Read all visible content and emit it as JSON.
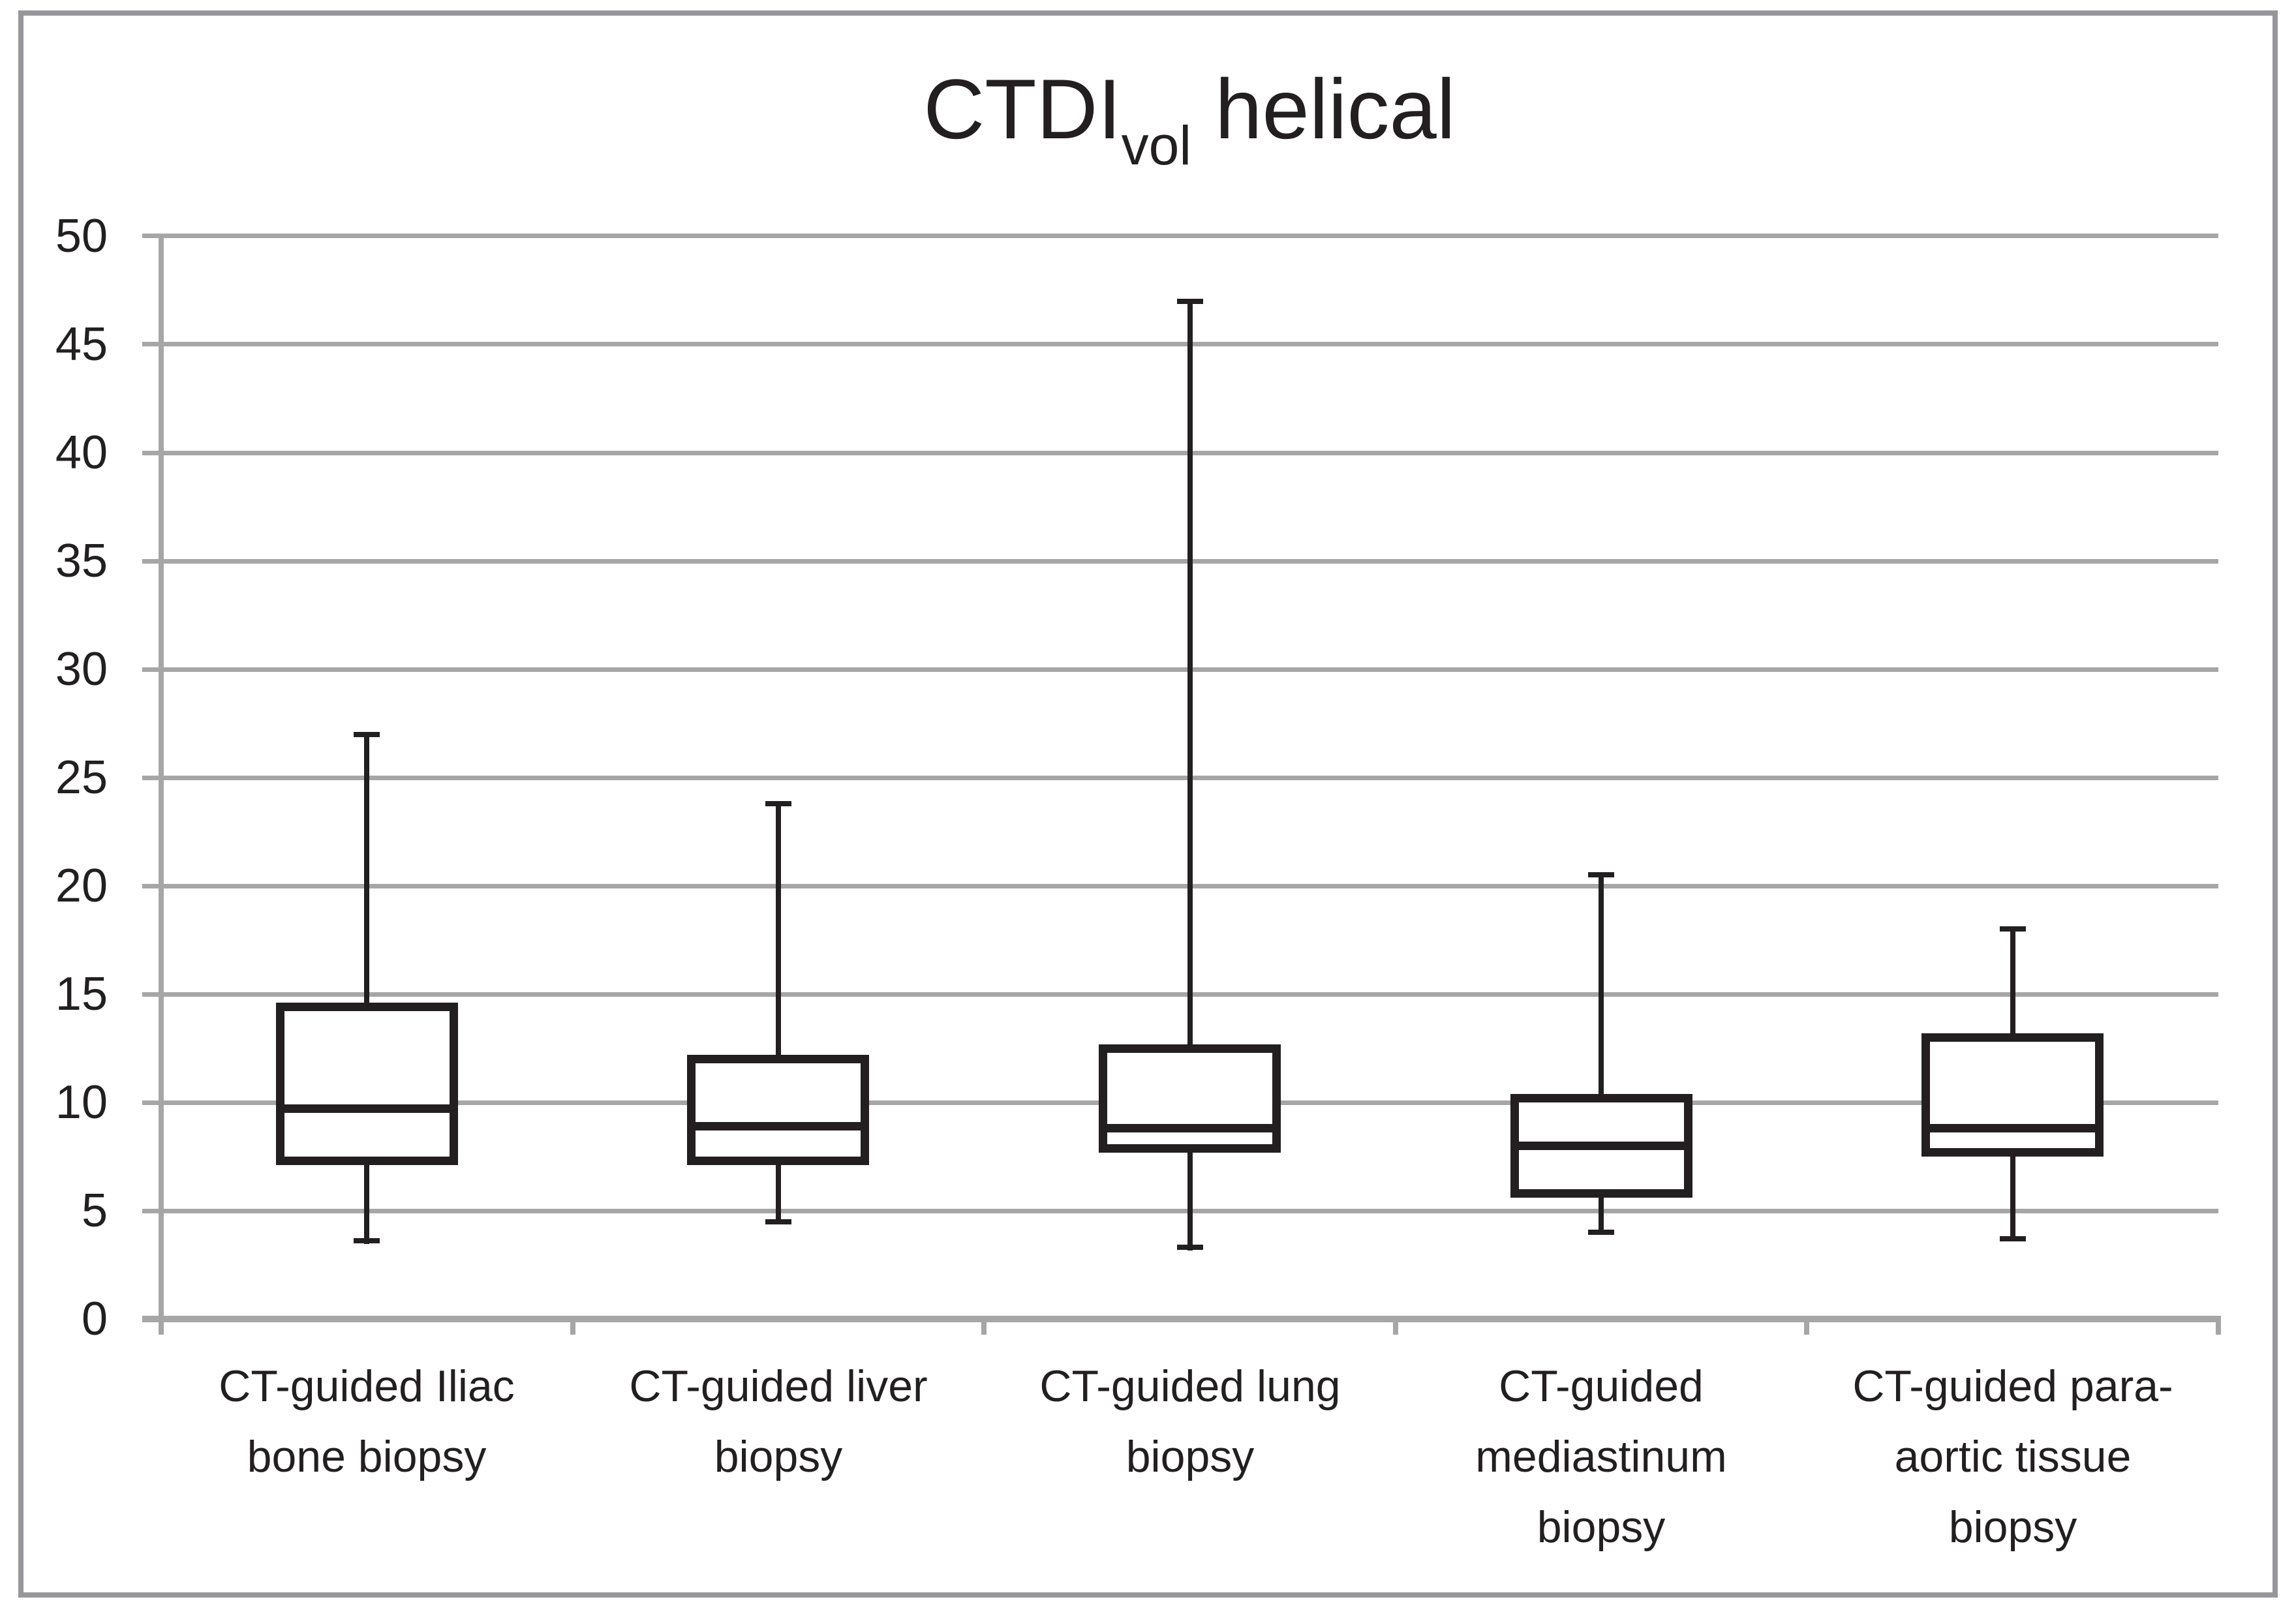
{
  "chart_data": {
    "type": "boxplot",
    "title": {
      "main": "CTDI",
      "sub": "vol",
      "rest": " helical"
    },
    "xlabel": "",
    "ylabel": "",
    "y_axis": {
      "min": 0,
      "max": 50,
      "step": 5,
      "tick_labels": [
        "0",
        "5",
        "10",
        "15",
        "20",
        "25",
        "30",
        "35",
        "40",
        "45",
        "50"
      ]
    },
    "ylim": [
      0,
      50
    ],
    "grid": true,
    "legend": "none",
    "categories": [
      "CT-guided Iliac\nbone biopsy",
      "CT-guided liver\nbiopsy",
      "CT-guided lung\nbiopsy",
      "CT-guided\nmediastinum\nbiopsy",
      "CT-guided para-\naortic tissue\nbiopsy"
    ],
    "series": [
      {
        "name": "CTDIvol helical",
        "boxes": [
          {
            "category": "CT-guided Iliac bone biopsy",
            "min": 3.6,
            "q1": 7.3,
            "median": 9.7,
            "q3": 14.4,
            "max": 27.0
          },
          {
            "category": "CT-guided liver biopsy",
            "min": 4.5,
            "q1": 7.3,
            "median": 8.9,
            "q3": 12.0,
            "max": 23.8
          },
          {
            "category": "CT-guided lung biopsy",
            "min": 3.3,
            "q1": 7.9,
            "median": 8.8,
            "q3": 12.5,
            "max": 47.0
          },
          {
            "category": "CT-guided mediastinum biopsy",
            "min": 4.0,
            "q1": 5.8,
            "median": 8.0,
            "q3": 10.2,
            "max": 20.5
          },
          {
            "category": "CT-guided para-aortic tissue biopsy",
            "min": 3.7,
            "q1": 7.7,
            "median": 8.8,
            "q3": 13.0,
            "max": 18.0
          }
        ]
      }
    ],
    "colors": {
      "box_line": "#231f20",
      "gridline": "#a6a6a6",
      "axis": "#a6a6a6",
      "figure_border": "#97979b",
      "text": "#231f20",
      "background": "#ffffff"
    }
  }
}
